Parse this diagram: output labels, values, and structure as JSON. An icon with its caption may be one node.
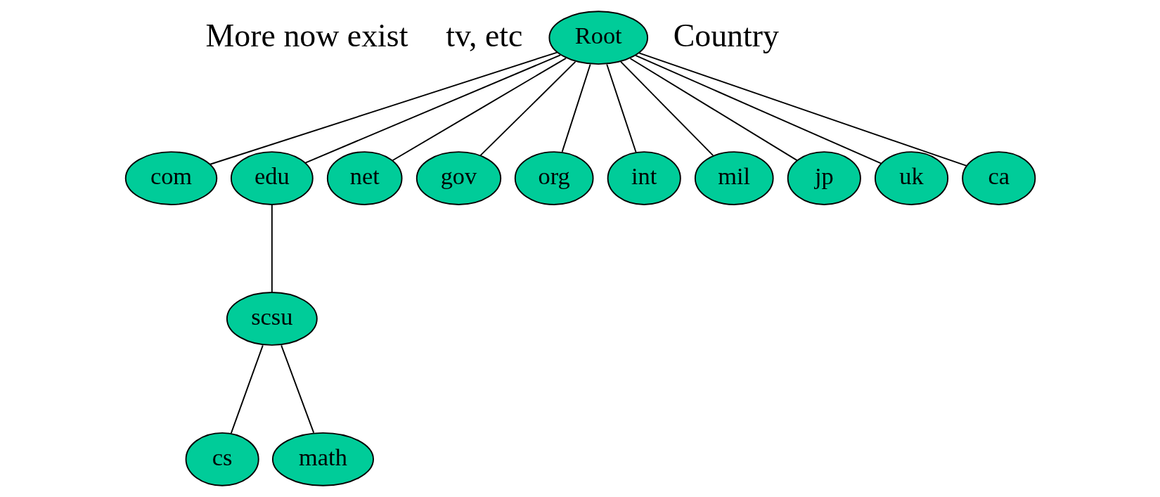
{
  "diagram": {
    "nodes": [
      {
        "text": [
          "Root"
        ]
      },
      {
        "text": [
          "com"
        ]
      },
      {
        "text": [
          "edu"
        ]
      },
      {
        "text": [
          "net"
        ]
      },
      {
        "text": [
          "gov"
        ]
      },
      {
        "text": [
          "org"
        ]
      },
      {
        "text": [
          "int"
        ]
      },
      {
        "text": [
          "mil"
        ]
      },
      {
        "text": [
          "jp"
        ]
      },
      {
        "text": [
          "uk"
        ]
      },
      {
        "text": [
          "ca"
        ]
      },
      {
        "text": [
          "scsu"
        ]
      },
      {
        "text": [
          "cs"
        ]
      },
      {
        "text": [
          "math"
        ]
      }
    ],
    "edges": [
      {
        "from": 0,
        "to": 1,
        "arrow": "none"
      },
      {
        "from": 0,
        "to": 2,
        "arrow": "none"
      },
      {
        "from": 0,
        "to": 3,
        "arrow": "none"
      },
      {
        "from": 0,
        "to": 4,
        "arrow": "none"
      },
      {
        "from": 0,
        "to": 5,
        "arrow": "none"
      },
      {
        "from": 0,
        "to": 6,
        "arrow": "none"
      },
      {
        "from": 0,
        "to": 7,
        "arrow": "none"
      },
      {
        "from": 0,
        "to": 8,
        "arrow": "none"
      },
      {
        "from": 0,
        "to": 9,
        "arrow": "none"
      },
      {
        "from": 0,
        "to": 10,
        "arrow": "none"
      },
      {
        "from": 2,
        "to": 11,
        "arrow": "none"
      },
      {
        "from": 11,
        "to": 12,
        "arrow": "none"
      },
      {
        "from": 11,
        "to": 13,
        "arrow": "none"
      }
    ],
    "labels": [
      "More now exist",
      "tv, etc",
      "Country"
    ]
  }
}
